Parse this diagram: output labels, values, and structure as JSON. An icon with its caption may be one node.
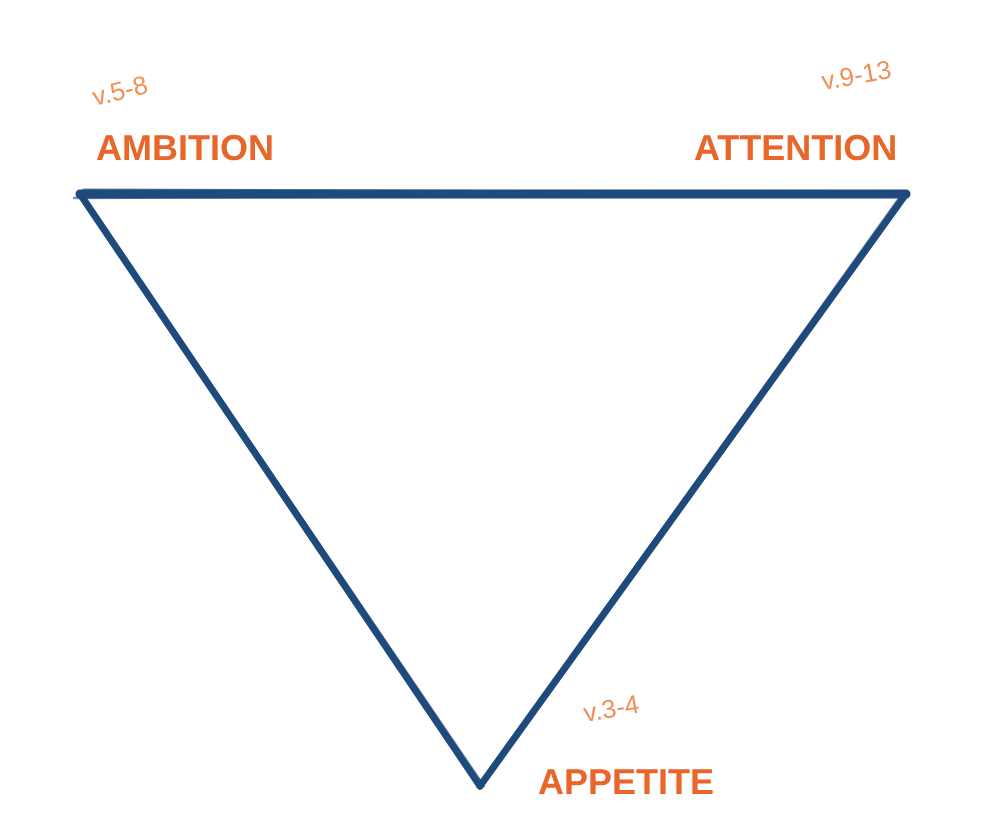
{
  "diagram": {
    "labels": [
      "v.5-8",
      "AMBITION",
      "v.9-13",
      "ATTENTION",
      "v.3-4",
      "APPETITE"
    ]
  }
}
